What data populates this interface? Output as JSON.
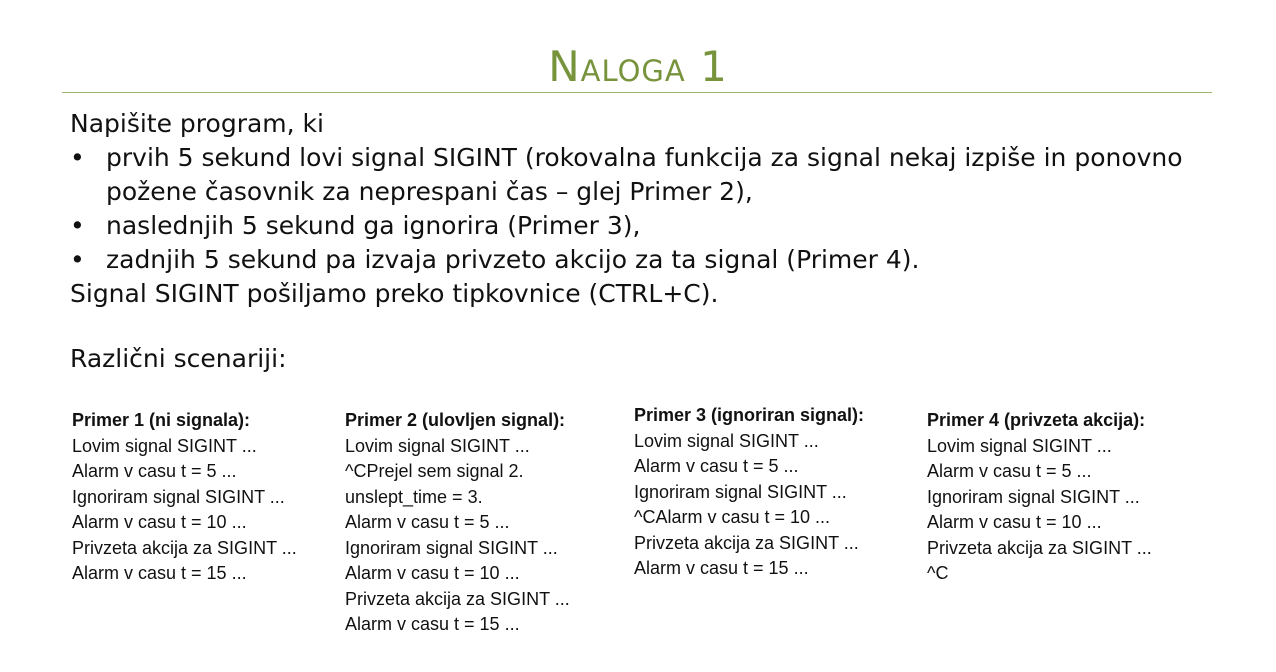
{
  "title": "Naloga 1",
  "intro": "Napišite program, ki",
  "bullet_symbol": "•",
  "bullets": [
    {
      "line1": "prvih 5 sekund lovi signal SIGINT (rokovalna funkcija za signal nekaj izpiše in ponovno",
      "line2": "požene časovnik za neprespani čas – glej Primer 2),"
    },
    {
      "line1": "naslednjih 5 sekund ga ignorira (Primer 3),"
    },
    {
      "line1": "zadnjih 5 sekund pa izvaja privzeto akcijo za ta signal (Primer 4)."
    }
  ],
  "outro": "Signal SIGINT pošiljamo preko tipkovnice (CTRL+C).",
  "scenarios_heading": "Različni scenariji:",
  "examples": [
    {
      "title": "Primer 1 (ni signala):",
      "lines": [
        "Lovim signal SIGINT ...",
        "Alarm v casu t = 5 ...",
        "Ignoriram signal SIGINT ...",
        "Alarm v casu t = 10 ...",
        "Privzeta akcija za SIGINT ...",
        "Alarm v casu t = 15 ..."
      ]
    },
    {
      "title": "Primer 2 (ulovljen signal):",
      "lines": [
        "Lovim signal SIGINT ...",
        "^CPrejel sem signal 2.",
        "unslept_time = 3.",
        "Alarm v casu t = 5 ...",
        "Ignoriram signal SIGINT ...",
        "Alarm v casu t = 10 ...",
        "Privzeta akcija za SIGINT ...",
        "Alarm v casu t = 15 ..."
      ]
    },
    {
      "title": "Primer 3 (ignoriran signal):",
      "lines": [
        "Lovim signal SIGINT ...",
        "Alarm v casu t = 5 ...",
        "Ignoriram signal SIGINT ...",
        "^CAlarm v casu t = 10 ...",
        "Privzeta akcija za SIGINT ...",
        "Alarm v casu t = 15 ..."
      ]
    },
    {
      "title": "Primer 4 (privzeta akcija):",
      "lines": [
        "Lovim signal SIGINT ...",
        "Alarm v casu t = 5 ...",
        "Ignoriram signal SIGINT ...",
        "Alarm v casu t = 10 ...",
        "Privzeta akcija za SIGINT ...",
        "^C"
      ]
    }
  ],
  "colors": {
    "title": "#77933c",
    "rule": "#9bb868",
    "text": "#111111"
  }
}
